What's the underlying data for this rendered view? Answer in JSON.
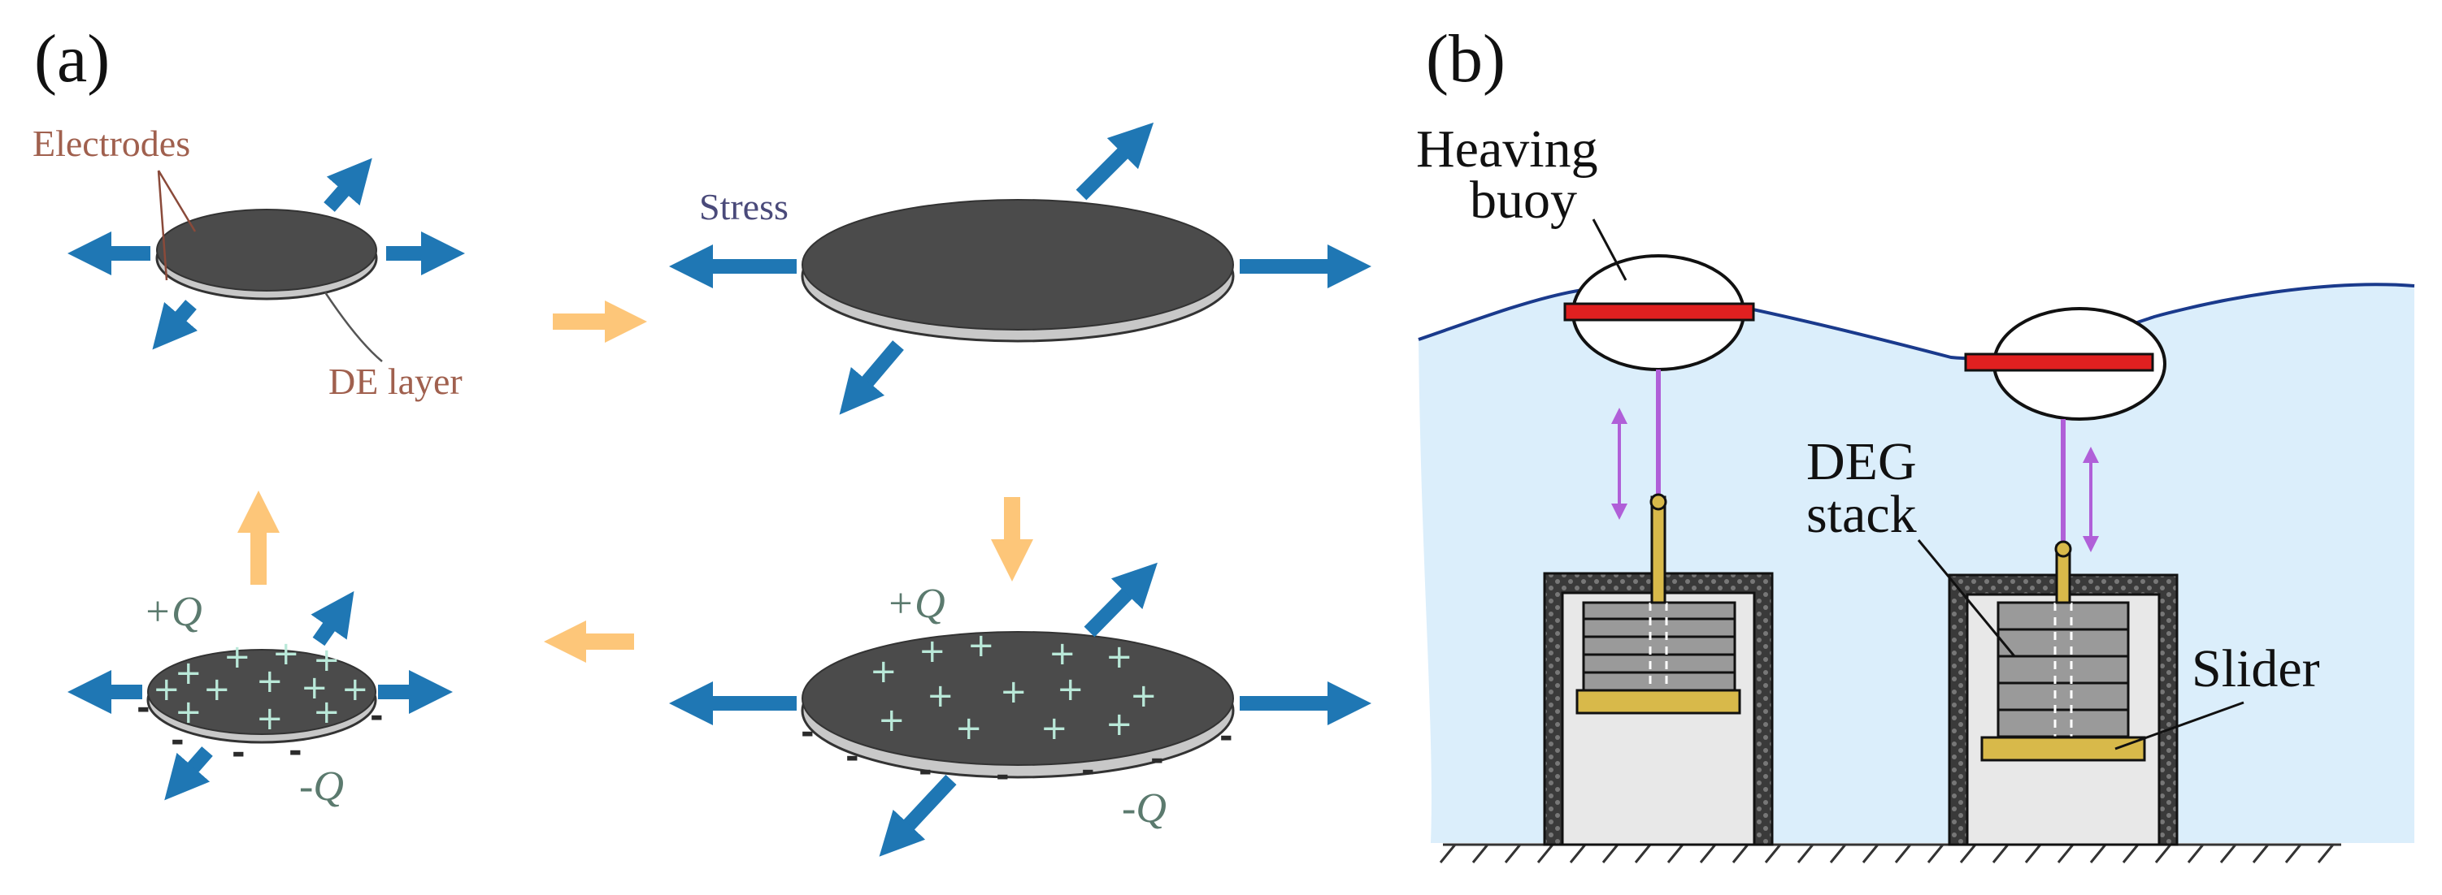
{
  "panel_a": {
    "label": "(a)",
    "electrodes_label": "Electrodes",
    "de_layer_label": "DE layer",
    "stress_label": "Stress",
    "charge_plus_top": "+Q",
    "charge_minus_top": "-Q",
    "charge_plus_bottom": "+Q",
    "charge_minus_bottom": "-Q"
  },
  "panel_b": {
    "label": "(b)",
    "heaving_line1": "Heaving",
    "heaving_line2": "buoy",
    "deg_line1": "DEG",
    "deg_line2": "stack",
    "slider_label": "Slider"
  },
  "colors": {
    "stress_arrow": "#1f77b4",
    "flow_arrow": "#fdc679",
    "disc": "#4b4b4b",
    "water": "#dbeefb",
    "wave_line": "#1a3a8c",
    "buoy_plate": "#e02020",
    "rod": "#b05fd8",
    "slider": "#d8b94a"
  }
}
